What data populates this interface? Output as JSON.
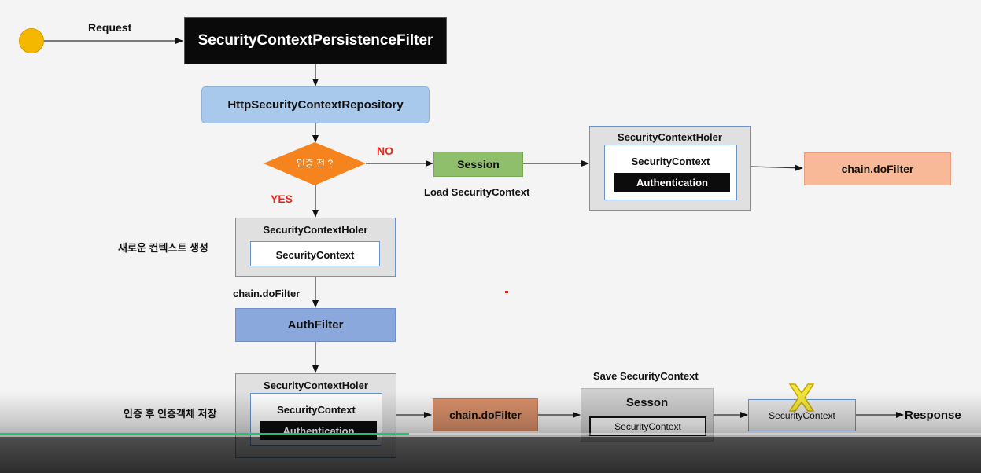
{
  "labels": {
    "request": "Request",
    "no": "NO",
    "yes": "YES",
    "load_security_context": "Load SecurityContext",
    "new_context": "새로운 컨텍스트 생성",
    "chain_dofilter_edge": "chain.doFilter",
    "after_auth_store": "인증 후 인증객체 저장",
    "save_security_context": "Save SecurityContext",
    "response": "Response"
  },
  "nodes": {
    "persistence_filter": "SecurityContextPersistenceFilter",
    "repository": "HttpSecurityContextRepository",
    "decision": "인증 전 ?",
    "session": "Session",
    "holder_top_right": {
      "title": "SecurityContextHoler",
      "context": "SecurityContext",
      "authentication": "Authentication"
    },
    "chain_dofilter_right": "chain.doFilter",
    "holder_new": {
      "title": "SecurityContextHoler",
      "context": "SecurityContext"
    },
    "auth_filter": "AuthFilter",
    "holder_bottom": {
      "title": "SecurityContextHoler",
      "context": "SecurityContext",
      "authentication": "Authentication"
    },
    "chain_dofilter_bottom": "chain.doFilter",
    "session_bottom": {
      "title": "Sesson",
      "context": "SecurityContext"
    },
    "cleared_context": "SecurityContext"
  },
  "colors": {
    "start_circle": "#f5b800",
    "decision_fill": "#f5841f",
    "repository_fill": "#a8c8ec",
    "session_fill": "#8fbf6a",
    "auth_filter_fill": "#8aa8dc",
    "chain_dofilter_fill": "#f8b998",
    "chain_dofilter_bottom_fill": "#d9906a",
    "yes_no_text": "#e8271a",
    "cross_mark": "#f0e640"
  },
  "player": {
    "progress": 0.417
  }
}
